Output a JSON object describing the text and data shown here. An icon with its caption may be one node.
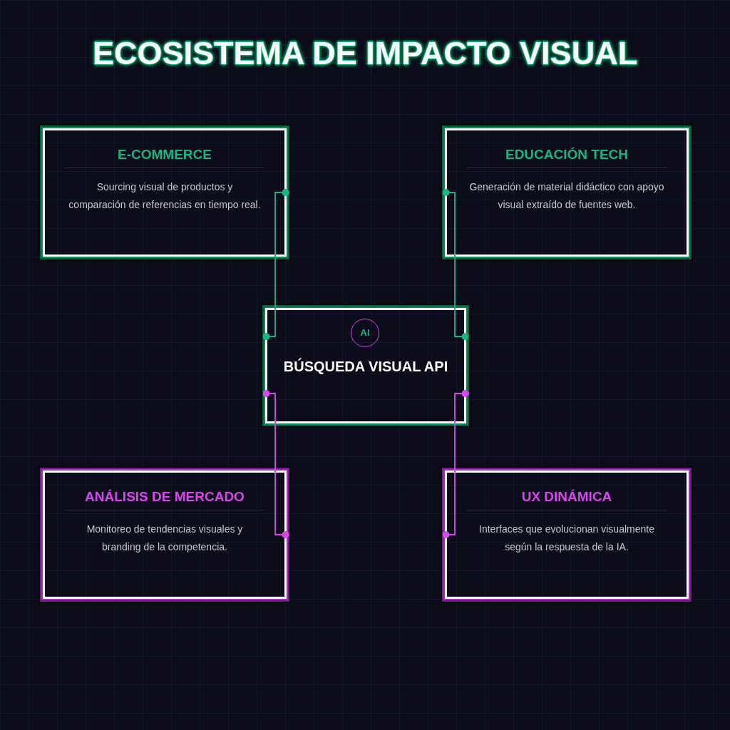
{
  "diagram": {
    "title": "ECOSISTEMA DE IMPACTO VISUAL",
    "nodes": [
      {
        "text": [
          "E-COMMERCE",
          "Sourcing visual de productos y comparación de referencias en tiempo real."
        ]
      },
      {
        "text": [
          "EDUCACIÓN TECH",
          "Generación de material didáctico con apoyo visual extraído de fuentes web."
        ]
      },
      {
        "text": [
          "BÚSQUEDA VISUAL API"
        ]
      },
      {
        "text": [
          "AI"
        ],
        "in": 2
      },
      {
        "text": [
          "ANÁLISIS DE MERCADO",
          "Monitoreo de tendencias visuales y branding de la competencia."
        ]
      },
      {
        "text": [
          "UX DINÁMICA",
          "Interfaces que evolucionan visualmente según la respuesta de la IA."
        ]
      }
    ],
    "edges": [
      {
        "from": 0,
        "to": 2,
        "arrow": "other",
        "color": "#10b981"
      },
      {
        "from": 1,
        "to": 2,
        "arrow": "other",
        "color": "#10b981"
      },
      {
        "from": 2,
        "to": 4,
        "arrow": "other",
        "color": "#d946ef"
      },
      {
        "from": 2,
        "to": 5,
        "arrow": "other",
        "color": "#d946ef"
      }
    ]
  }
}
